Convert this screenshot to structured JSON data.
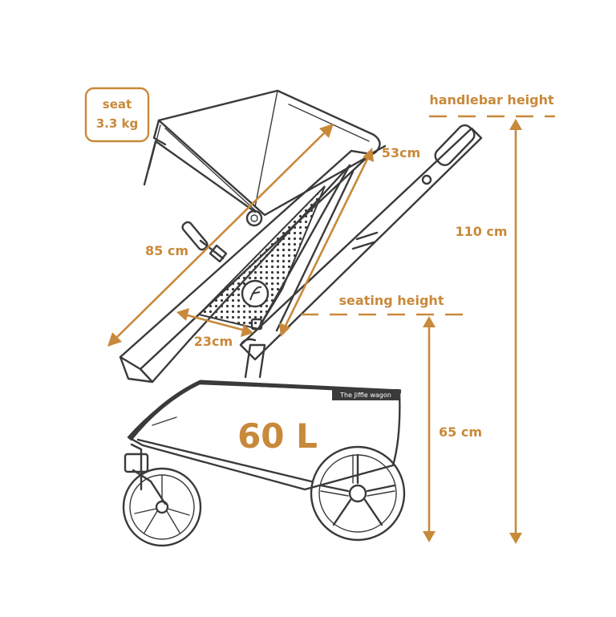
{
  "labels": {
    "seat_line1": "seat",
    "seat_line2": "3.3 kg",
    "handlebar_height": "handlebar height",
    "seating_height": "seating height",
    "length_85": "85 cm",
    "width_23": "23cm",
    "diag_53": "53cm",
    "height_110": "110 cm",
    "height_65": "65 cm",
    "capacity": "60 L",
    "brand_tag": "The Jiffle wagon"
  },
  "colors": {
    "accent": "#c8893a",
    "line": "#3a3a3a",
    "background": "#ffffff"
  },
  "icons": {
    "hub_logo": "stroller-hub-logo-icon"
  }
}
